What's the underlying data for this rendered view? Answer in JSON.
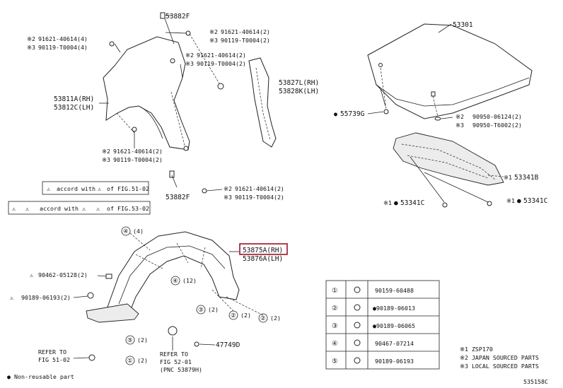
{
  "callouts": {
    "p53882F_top": "53882F",
    "p53882F_bottom": "53882F",
    "p53301": "53301",
    "p53827L": "53827L(RH)",
    "p53828K": "53828K(LH)",
    "p53811A": "53811A(RH)",
    "p53812C": "53812C(LH)",
    "p55739G": "55739G",
    "p53341B": "53341B",
    "p53341C_left": "53341C",
    "p53341C_right": "53341C",
    "p53875A": "53875A(RH)",
    "p53876A": "53876A(LH)",
    "p47749D": "47749D",
    "p90462": "90462-05128(2)",
    "p90189": "90189-06193(2)"
  },
  "fastener_notes": {
    "tl_a": "91621-40614(4)",
    "tl_b": "90119-T0004(4)",
    "tm_a": "91621-40614(2)",
    "tm_b": "90119-T0004(2)",
    "mm_a": "91621-40614(2)",
    "mm_b": "90119-T0004(2)",
    "fl_a": "91621-40614(2)",
    "fl_b": "90119-T0004(2)",
    "bm_a": "91621-40614(2)",
    "bm_b": "90119-T0004(2)",
    "hood_a": "90950-06124(2)",
    "hood_b": "90950-T6002(2)"
  },
  "markers": {
    "star1": "※1",
    "star2": "※2",
    "star3": "※3",
    "dot": "●"
  },
  "warnings": [
    {
      "sym": "⚠",
      "text_a": "accord with",
      "text_b": "of FIG.51-02"
    },
    {
      "sym": "⚠",
      "text_a": "accord with",
      "text_b": "of FIG.53-02"
    }
  ],
  "circled": {
    "c1": "①",
    "c2": "②",
    "c3": "③",
    "c4": "④",
    "c5": "⑤"
  },
  "qty": {
    "q4": "(4)",
    "q2": "(2)",
    "q12": "(12)"
  },
  "refer_a": [
    "REFER TO",
    "FIG 51-02"
  ],
  "refer_b": [
    "REFER TO",
    "FIG 52-01",
    "(PNC 53879H)"
  ],
  "legend_table": [
    {
      "num": "①",
      "part": "90159-60488"
    },
    {
      "num": "②",
      "part": "●90189-06013"
    },
    {
      "num": "③",
      "part": "●90189-06065"
    },
    {
      "num": "④",
      "part": "90467-07214"
    },
    {
      "num": "⑤",
      "part": "90189-06193"
    }
  ],
  "footnotes": {
    "non_reusable": "● Non-reusable part",
    "n1": "※1 ZSP170",
    "n2": "※2 JAPAN SOURCED PARTS",
    "n3": "※3 LOCAL SOURCED PARTS"
  },
  "figure_code": "535158C",
  "colors": {
    "highlight": "#a0102a",
    "line": "#222222",
    "fill": "#ececec"
  }
}
